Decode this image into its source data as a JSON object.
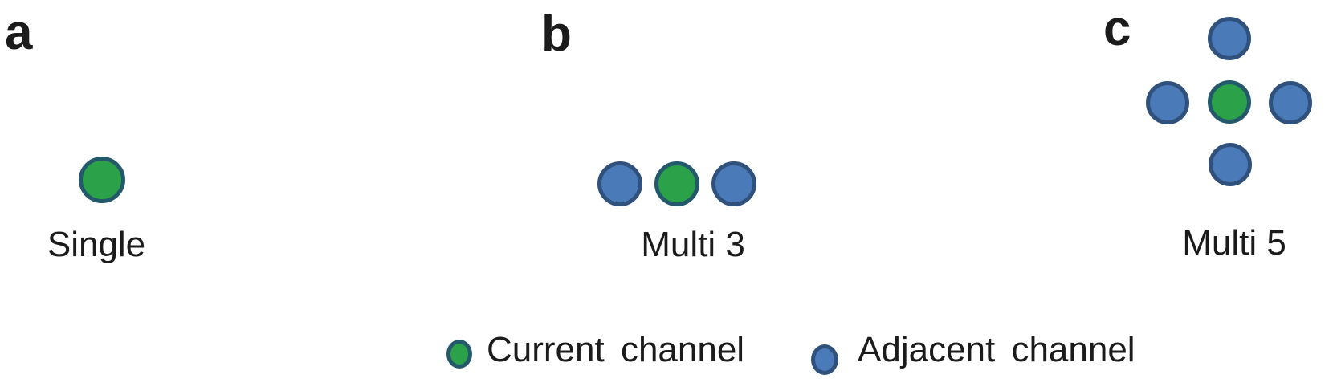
{
  "figure": {
    "panels": [
      {
        "id": "a",
        "label": "a",
        "caption": "Single",
        "arrangement": "single-current-dot"
      },
      {
        "id": "b",
        "label": "b",
        "caption": "Multi 3",
        "arrangement": "row-adjacent-current-adjacent"
      },
      {
        "id": "c",
        "label": "c",
        "caption": "Multi 5",
        "arrangement": "cross-current-center-four-adjacent"
      }
    ],
    "legend": {
      "items": [
        {
          "marker": "current-channel-marker",
          "label": "Current channel"
        },
        {
          "marker": "adjacent-channel-marker",
          "label": "Adjacent channel"
        }
      ]
    }
  },
  "colors": {
    "background": "#ffffff",
    "text": "#1b1b1b",
    "current_fill": "#2ba24a",
    "current_ring": "#23596a",
    "adjacent_fill": "#4a7ab7",
    "adjacent_ring": "#2f517b"
  }
}
